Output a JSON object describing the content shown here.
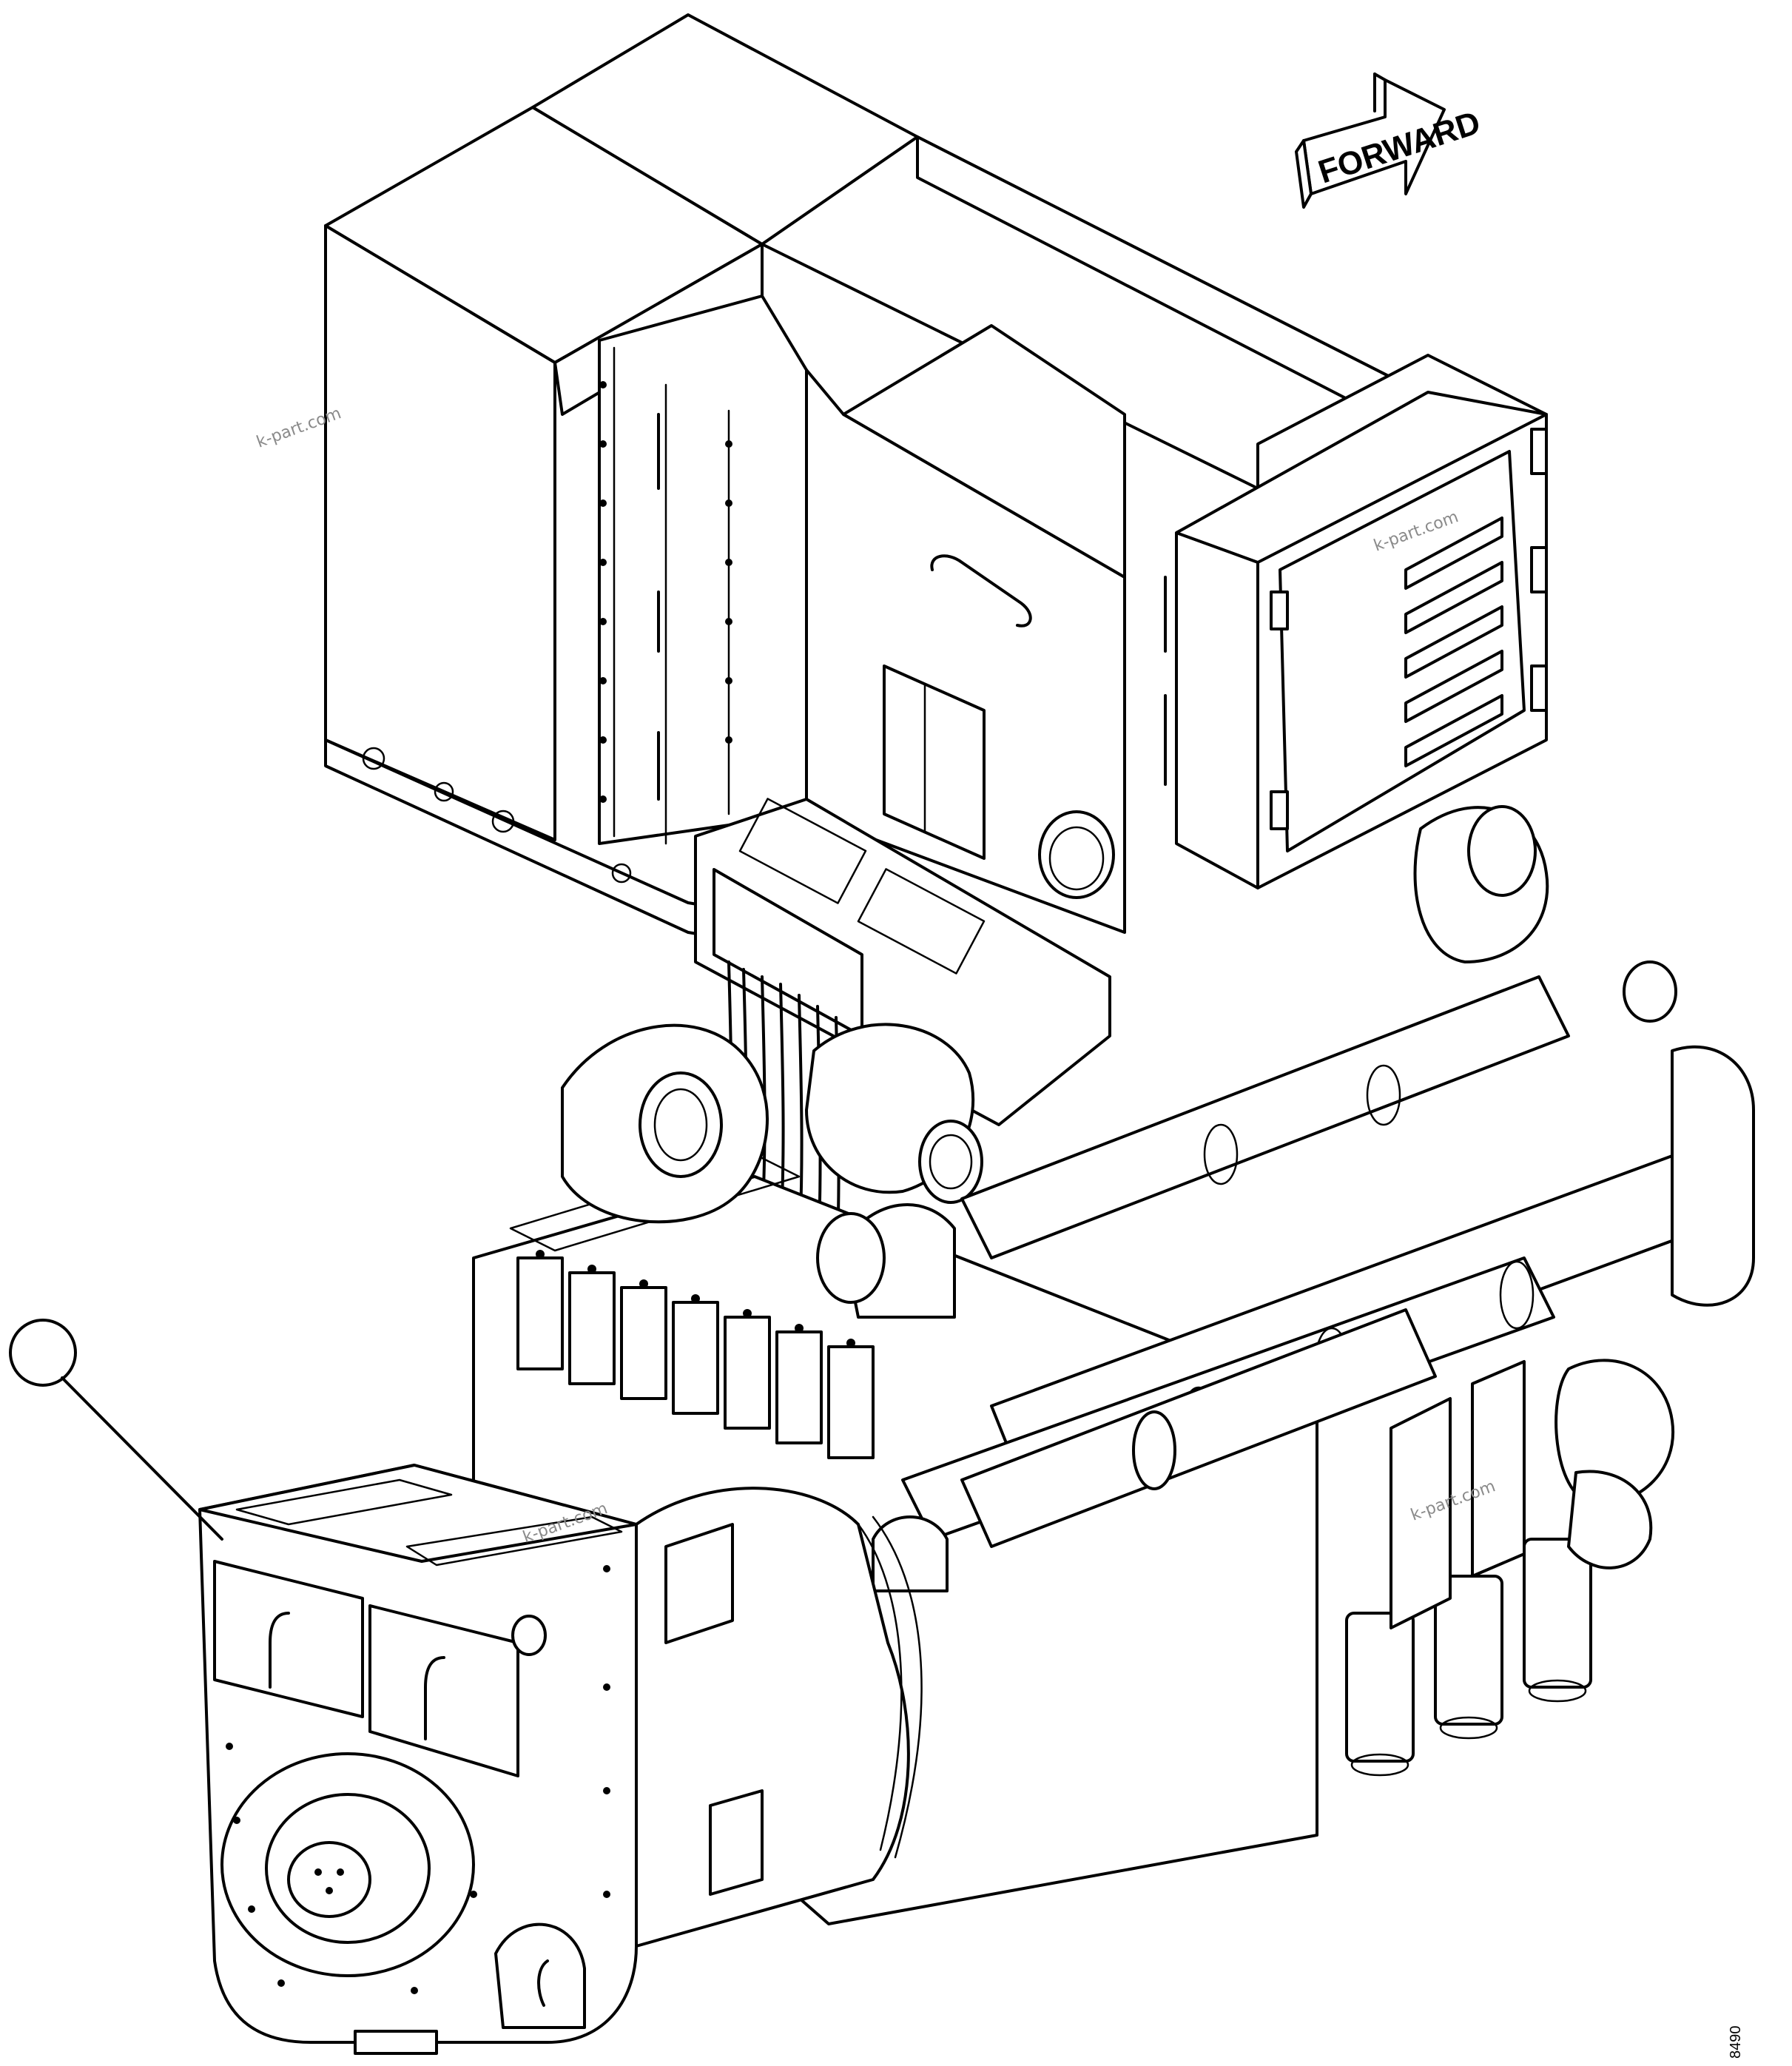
{
  "direction_arrow": {
    "label": "FORWARD"
  },
  "callout": {
    "number": ""
  },
  "watermarks": [
    "k-part.com",
    "k-part.com",
    "k-part.com",
    "k-part.com"
  ],
  "figure_code": "8490"
}
